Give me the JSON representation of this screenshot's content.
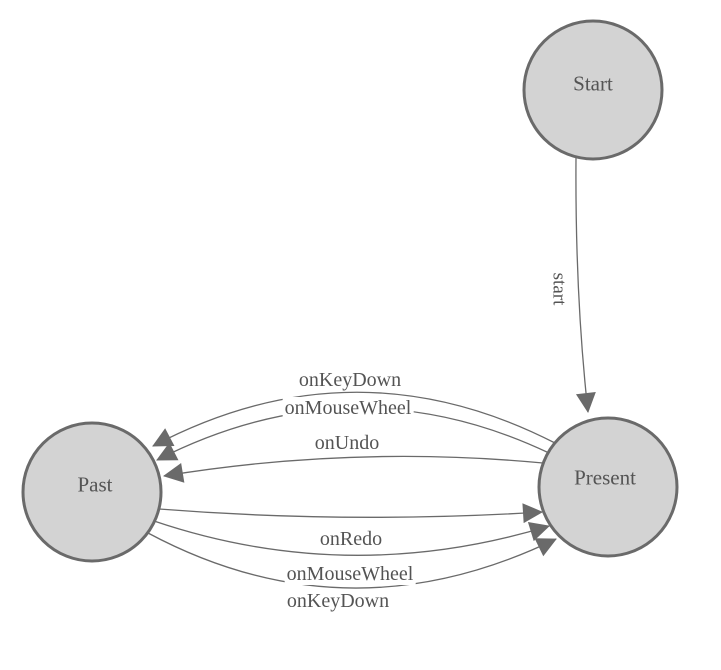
{
  "diagram": {
    "type": "state-machine",
    "nodes": [
      {
        "id": "start",
        "label": "Start"
      },
      {
        "id": "present",
        "label": "Present"
      },
      {
        "id": "past",
        "label": "Past"
      }
    ],
    "edges": [
      {
        "from": "Start",
        "to": "Present",
        "label": "start"
      },
      {
        "from": "Present",
        "to": "Past",
        "label": "onKeyDown"
      },
      {
        "from": "Present",
        "to": "Past",
        "label": "onMouseWheel"
      },
      {
        "from": "Present",
        "to": "Past",
        "label": "onUndo"
      },
      {
        "from": "Past",
        "to": "Present",
        "label": "onRedo"
      },
      {
        "from": "Past",
        "to": "Present",
        "label": "onMouseWheel"
      },
      {
        "from": "Past",
        "to": "Present",
        "label": "onKeyDown"
      }
    ],
    "colors": {
      "node_fill": "#d3d3d3",
      "node_stroke": "#6a6a6a",
      "edge_stroke": "#6a6a6a",
      "arrowhead": "#6a6a6a",
      "text": "#545454",
      "background": "#ffffff"
    }
  }
}
